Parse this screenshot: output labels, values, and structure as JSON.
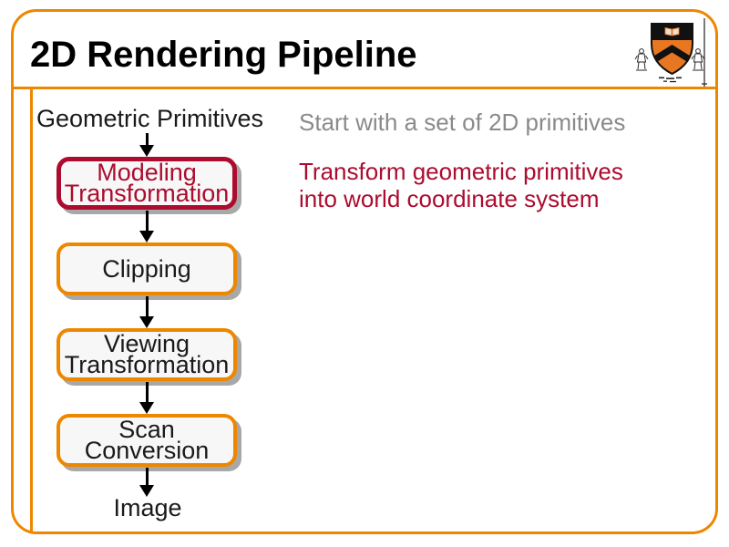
{
  "slide": {
    "title": "2D Rendering Pipeline",
    "logo_name": "princeton-shield"
  },
  "flowchart": {
    "start_label": "Geometric Primitives",
    "end_label": "Image",
    "boxes": [
      {
        "label": "Modeling\nTransformation",
        "highlighted": true
      },
      {
        "label": "Clipping",
        "highlighted": false
      },
      {
        "label": "Viewing\nTransformation",
        "highlighted": false
      },
      {
        "label": "Scan\nConversion",
        "highlighted": false
      }
    ]
  },
  "annotations": {
    "start_note": "Start with a set of 2D primitives",
    "highlight_note": "Transform geometric primitives\ninto world coordinate system"
  },
  "colors": {
    "frame_orange": "#EE8700",
    "accent_red": "#AB0C2F",
    "gray_text": "#8A8A8A",
    "box_fill": "#F7F7F7",
    "box_shadow": "#A8A8A8",
    "logo_orange": "#E87722",
    "text_black": "#1A1A1A"
  }
}
